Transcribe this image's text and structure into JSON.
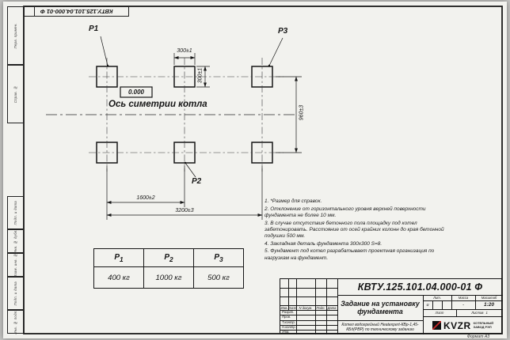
{
  "sheet": {
    "format_label": "Формат А3",
    "doc_number_vertical": "КВТУ.125.101.04.000-01 Ф",
    "margin_boxes": [
      "Перв. примен.",
      "Справ. №",
      "Подп. и дата",
      "Инв. № дубл.",
      "Взам. инв. №",
      "Подп. и дата",
      "Инв. № подл."
    ]
  },
  "drawing": {
    "point_labels": {
      "p1": "Р1",
      "p2": "Р2",
      "p3": "Р3"
    },
    "level_mark": "0.000",
    "axis_label": "Ось симетрии котла",
    "dims": {
      "square_width": "300±1",
      "square_height": "300±1",
      "row_spacing": "960±3",
      "half_span": "1600±2",
      "full_span": "3200±3"
    }
  },
  "notes": [
    "1. *Размер для справок.",
    "2. Отклонение от горизонтального уровня верхней поверхности фундамента не более 10 мм.",
    "3. В случае отсутствия бетонного пола площадку под котел забетонировать. Расстояние от осей крайних колонн до края бетонной подушки 500 мм.",
    "4. Закладная деталь фундамента 300х300 S=8.",
    "5. Фундамент под котел разрабатывает проектная организация по нагрузкам на фундамент."
  ],
  "load_table": {
    "headers": [
      {
        "base": "Р",
        "sub": "1"
      },
      {
        "base": "Р",
        "sub": "2"
      },
      {
        "base": "Р",
        "sub": "3"
      }
    ],
    "values": [
      "400 кг",
      "1000 кг",
      "500 кг"
    ]
  },
  "title_block": {
    "doc_number": "КВТУ.125.101.04.000-01 Ф",
    "title": "Задание на установку фундамента",
    "product": "Котел водогрейный Heatexpert-КВр-1,45-КБд(РВР) по техническому заданию",
    "header_cells": [
      "Изм.",
      "Лист",
      "N докум.",
      "Подп.",
      "Дата"
    ],
    "role_rows": [
      "Разраб.",
      "Пров.",
      "Т.контр.",
      "Н.контр.",
      "Утв."
    ],
    "lit_header": "Лит.",
    "mass_header": "Масса",
    "scale_header": "Масштаб",
    "lit_value": "и",
    "mass_value": "-",
    "scale_value": "1:20",
    "sheet_label": "Лист",
    "sheets_label": "Листов",
    "sheets_value": "1",
    "logo_text": "KVZR",
    "logo_caption_line1": "КОТЕЛЬНЫЙ",
    "logo_caption_line2": "ЗАВОД РЭП"
  }
}
